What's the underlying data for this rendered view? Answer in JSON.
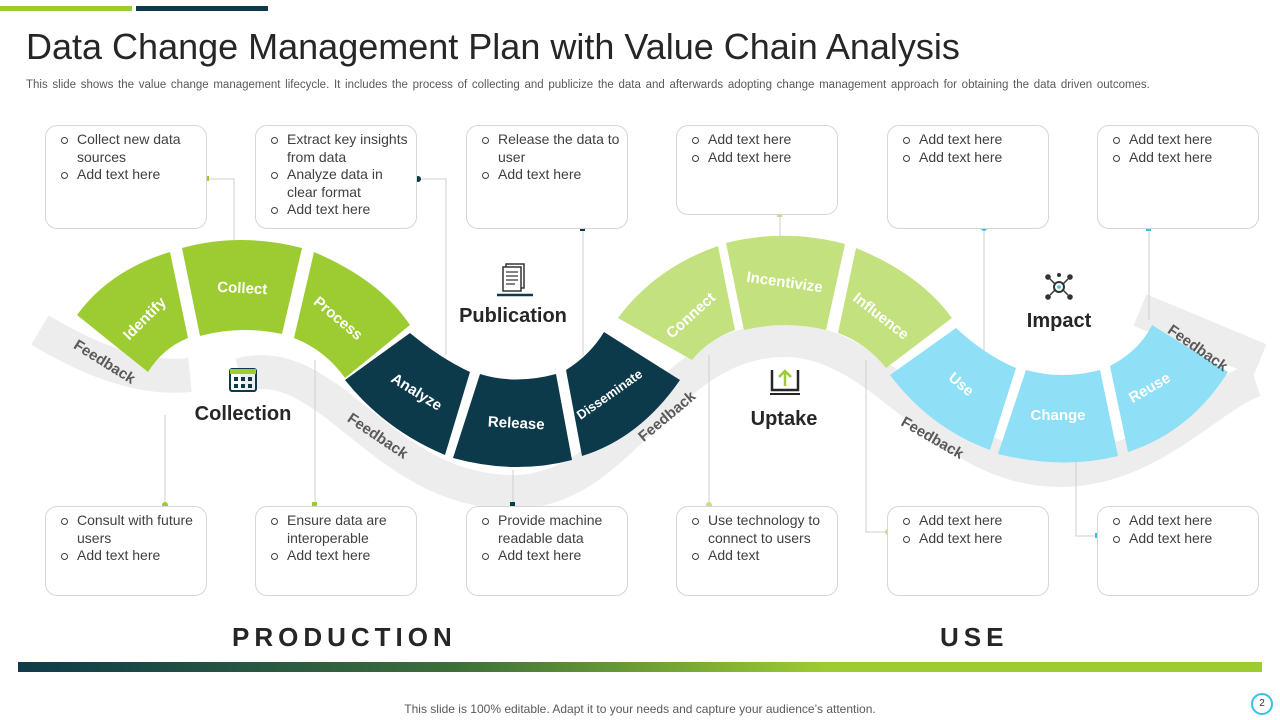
{
  "title": "Data Change Management Plan with Value Chain Analysis",
  "subtitle": "This slide shows the value change management lifecycle. It includes the process of collecting and publicize the data and afterwards adopting change management approach for obtaining the data driven outcomes.",
  "stages": {
    "collection": "Collection",
    "publication": "Publication",
    "uptake": "Uptake",
    "impact": "Impact"
  },
  "segments": {
    "identify": "Identify",
    "collect": "Collect",
    "process": "Process",
    "analyze": "Analyze",
    "release": "Release",
    "disseminate": "Disseminate",
    "connect": "Connect",
    "incentivize": "Incentivize",
    "influence": "Influence",
    "use": "Use",
    "change": "Change",
    "reuse": "Reuse"
  },
  "feedback": "Feedback",
  "top_boxes": [
    [
      "Collect new data sources",
      "Add text here"
    ],
    [
      "Extract key insights from data",
      "Analyze data in clear format",
      "Add text here"
    ],
    [
      "Release the data to user",
      "Add text here"
    ],
    [
      "Add text here",
      "Add text here"
    ],
    [
      "Add text here",
      "Add text here"
    ],
    [
      "Add text here",
      "Add text here"
    ]
  ],
  "bottom_boxes": [
    [
      "Consult with future users",
      "Add text here"
    ],
    [
      "Ensure data are interoperable",
      "Add text here"
    ],
    [
      "Provide machine readable data",
      "Add text here"
    ],
    [
      "Use technology to connect to users",
      "Add text"
    ],
    [
      "Add text here",
      "Add text here"
    ],
    [
      "Add text here",
      "Add text here"
    ]
  ],
  "production": "PRODUCTION",
  "use": "USE",
  "footer": "This slide is 100% editable. Adapt it to your needs and capture your audience’s attention.",
  "page_number": "2",
  "icons": {
    "collection": "calendar-grid-icon",
    "publication": "document-stack-icon",
    "uptake": "upload-tray-icon",
    "impact": "network-gear-icon"
  },
  "colors": {
    "lime": "#9ccc32",
    "light_lime": "#c4e17f",
    "navy": "#0d3a4b",
    "light_blue": "#8fe0f7",
    "feedback_band": "#ededed",
    "accent_cyan": "#33c3e8"
  }
}
